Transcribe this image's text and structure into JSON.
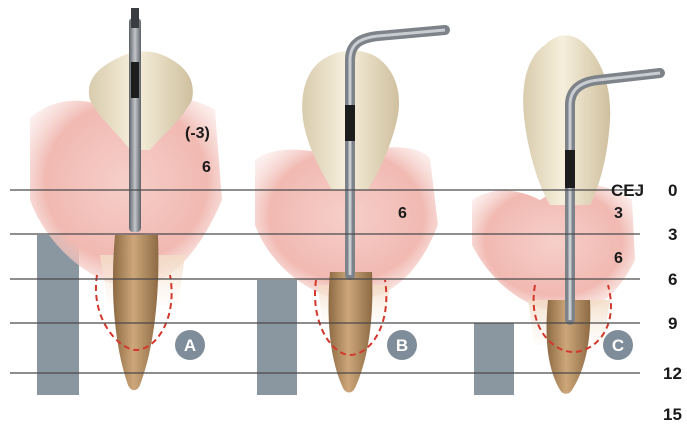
{
  "scale": {
    "ticks": [
      "0",
      "3",
      "6",
      "9",
      "12",
      "15"
    ],
    "cej_label": "CEJ"
  },
  "panels": [
    {
      "id": "A",
      "badge": "A",
      "labels": [
        "(-3)",
        "6"
      ]
    },
    {
      "id": "B",
      "badge": "B",
      "labels": [
        "6"
      ]
    },
    {
      "id": "C",
      "badge": "C",
      "labels": [
        "3",
        "6"
      ]
    }
  ],
  "colors": {
    "gingiva": "#f1b9b2",
    "crown": "#ede3c9",
    "root": "#b48f62",
    "bar": "#8a96a0",
    "badge": "#7e8d99",
    "probe": "#8e949b",
    "probe_marking": "#1d1d1d",
    "pocket_outline": "#d2392c"
  }
}
